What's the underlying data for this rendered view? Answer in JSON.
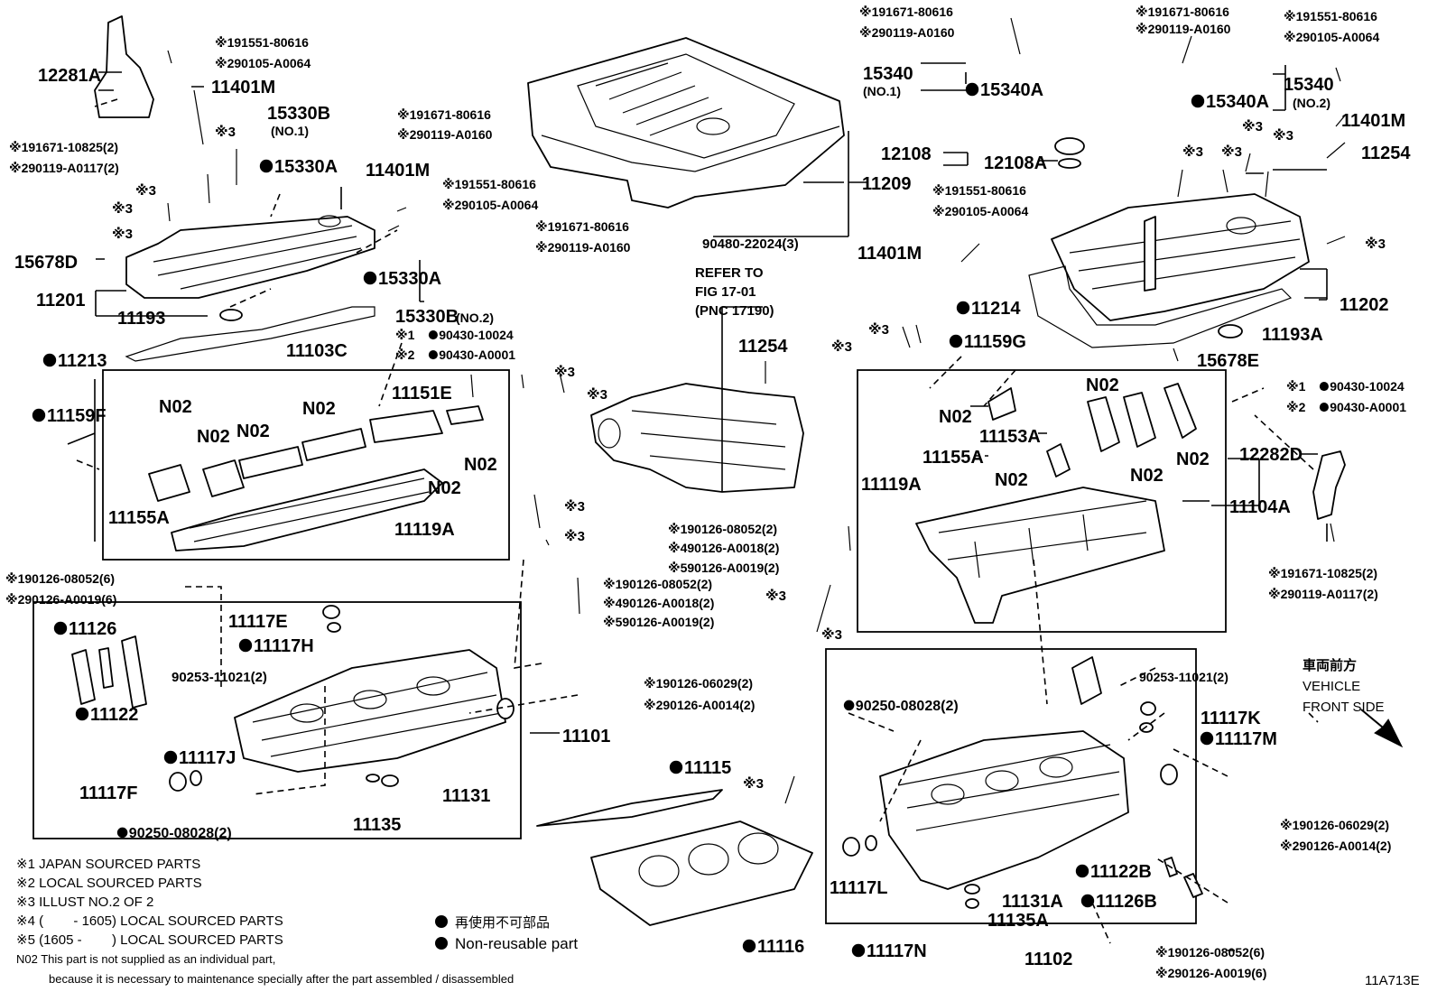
{
  "diagram_id": "11A713E",
  "vehicle_front": {
    "jp": "車両前方",
    "en1": "VEHICLE",
    "en2": "FRONT SIDE"
  },
  "refer": {
    "l1": "REFER TO",
    "l2": "FIG 17-01",
    "l3": "(PNC 17190)"
  },
  "legend": {
    "n1": "※1 JAPAN SOURCED PARTS",
    "n2": "※2 LOCAL SOURCED PARTS",
    "n3": "※3 ILLUST NO.2 OF 2",
    "n4": "※4 (        - 1605) LOCAL SOURCED PARTS",
    "n5": "※5 (1605 -        ) LOCAL SOURCED PARTS",
    "n02a": "N02 This part is not supplied as an individual part,",
    "n02b": "because it is necessary to maintenance specially after the part assembled / disassembled",
    "nonreuse_jp": "再使用不可部品",
    "nonreuse_en": "Non-reusable part"
  },
  "labels": [
    {
      "k": "a1",
      "text": "12281A",
      "nr": false
    },
    {
      "k": "a2",
      "text": "※191551-80616",
      "nr": false
    },
    {
      "k": "a3",
      "text": "※290105-A0064",
      "nr": false
    },
    {
      "k": "a4",
      "text": "11401M",
      "nr": false
    },
    {
      "k": "a5",
      "text": "15330B",
      "nr": false
    },
    {
      "k": "a6",
      "text": "(NO.1)",
      "nr": false
    },
    {
      "k": "a7",
      "text": "※191671-80616",
      "nr": false
    },
    {
      "k": "a8",
      "text": "※290119-A0160",
      "nr": false
    },
    {
      "k": "a9",
      "text": "※191671-10825(2)",
      "nr": false
    },
    {
      "k": "a10",
      "text": "※290119-A0117(2)",
      "nr": false
    },
    {
      "k": "a11",
      "text": "※3",
      "nr": false
    },
    {
      "k": "a12",
      "text": "15330A",
      "nr": true
    },
    {
      "k": "a13",
      "text": "11401M",
      "nr": false
    },
    {
      "k": "a14",
      "text": "※3",
      "nr": false
    },
    {
      "k": "a15",
      "text": "※191551-80616",
      "nr": false
    },
    {
      "k": "a16",
      "text": "※290105-A0064",
      "nr": false
    },
    {
      "k": "a17",
      "text": "※3",
      "nr": false
    },
    {
      "k": "a18",
      "text": "※191671-80616",
      "nr": false
    },
    {
      "k": "a19",
      "text": "※290119-A0160",
      "nr": false
    },
    {
      "k": "a20",
      "text": "※3",
      "nr": false
    },
    {
      "k": "a21",
      "text": "15678D",
      "nr": false
    },
    {
      "k": "a22",
      "text": "15330A",
      "nr": true
    },
    {
      "k": "a23",
      "text": "11201",
      "nr": false
    },
    {
      "k": "a24",
      "text": "11193",
      "nr": false
    },
    {
      "k": "a25",
      "text": "15330B",
      "nr": false
    },
    {
      "k": "a26",
      "text": "(NO.2)",
      "nr": false
    },
    {
      "k": "a27",
      "text": "11209",
      "nr": false
    },
    {
      "k": "a28",
      "text": "90480-22024(3)",
      "nr": false
    },
    {
      "k": "a29",
      "text": "11213",
      "nr": true
    },
    {
      "k": "a30",
      "text": "11103C",
      "nr": false
    },
    {
      "k": "a31",
      "text": "※1",
      "nr": false
    },
    {
      "k": "a32",
      "text": "90430-10024",
      "nr": true
    },
    {
      "k": "a33",
      "text": "※2",
      "nr": false
    },
    {
      "k": "a34",
      "text": "90430-A0001",
      "nr": true
    },
    {
      "k": "a35",
      "text": "※3",
      "nr": false
    },
    {
      "k": "a36",
      "text": "※3",
      "nr": false
    },
    {
      "k": "a37",
      "text": "11151E",
      "nr": false
    },
    {
      "k": "a38",
      "text": "11159F",
      "nr": true
    },
    {
      "k": "a39",
      "text": "N02",
      "nr": false
    },
    {
      "k": "a40",
      "text": "N02",
      "nr": false
    },
    {
      "k": "a41",
      "text": "N02",
      "nr": false
    },
    {
      "k": "a42",
      "text": "N02",
      "nr": false
    },
    {
      "k": "a43",
      "text": "N02",
      "nr": false
    },
    {
      "k": "a44",
      "text": "N02",
      "nr": false
    },
    {
      "k": "a45",
      "text": "11155A",
      "nr": false
    },
    {
      "k": "a46",
      "text": "11119A",
      "nr": false
    },
    {
      "k": "b1",
      "text": "REFER TO",
      "nr": false
    },
    {
      "k": "b2",
      "text": "11254",
      "nr": false
    },
    {
      "k": "b3",
      "text": "※3",
      "nr": false
    },
    {
      "k": "b4",
      "text": "※3",
      "nr": false
    },
    {
      "k": "b5",
      "text": "※190126-08052(2)",
      "nr": false
    },
    {
      "k": "b6",
      "text": "※490126-A0018(2)",
      "nr": false
    },
    {
      "k": "b7",
      "text": "※590126-A0019(2)",
      "nr": false
    },
    {
      "k": "b8",
      "text": "※190126-08052(2)",
      "nr": false
    },
    {
      "k": "b9",
      "text": "※490126-A0018(2)",
      "nr": false
    },
    {
      "k": "b10",
      "text": "※590126-A0019(2)",
      "nr": false
    },
    {
      "k": "b11",
      "text": "※3",
      "nr": false
    },
    {
      "k": "b12",
      "text": "※3",
      "nr": false
    },
    {
      "k": "c1",
      "text": "※190126-08052(6)",
      "nr": false
    },
    {
      "k": "c2",
      "text": "※290126-A0019(6)",
      "nr": false
    },
    {
      "k": "c3",
      "text": "11126",
      "nr": true
    },
    {
      "k": "c4",
      "text": "11117E",
      "nr": false
    },
    {
      "k": "c5",
      "text": "11117H",
      "nr": true
    },
    {
      "k": "c6",
      "text": "90253-11021(2)",
      "nr": false
    },
    {
      "k": "c7",
      "text": "11122",
      "nr": true
    },
    {
      "k": "c8",
      "text": "※190126-06029(2)",
      "nr": false
    },
    {
      "k": "c9",
      "text": "※290126-A0014(2)",
      "nr": false
    },
    {
      "k": "c10",
      "text": "11101",
      "nr": false
    },
    {
      "k": "c11",
      "text": "11117J",
      "nr": true
    },
    {
      "k": "c12",
      "text": "11117F",
      "nr": false
    },
    {
      "k": "c13",
      "text": "11131",
      "nr": false
    },
    {
      "k": "c14",
      "text": "11135",
      "nr": false
    },
    {
      "k": "c15",
      "text": "90250-08028(2)",
      "nr": true
    },
    {
      "k": "c16",
      "text": "11115",
      "nr": true
    },
    {
      "k": "c17",
      "text": "※3",
      "nr": false
    },
    {
      "k": "c18",
      "text": "11116",
      "nr": true
    },
    {
      "k": "d1",
      "text": "※191671-80616",
      "nr": false
    },
    {
      "k": "d2",
      "text": "※290119-A0160",
      "nr": false
    },
    {
      "k": "d3",
      "text": "15340",
      "nr": false
    },
    {
      "k": "d4",
      "text": "(NO.1)",
      "nr": false
    },
    {
      "k": "d5",
      "text": "15340A",
      "nr": true
    },
    {
      "k": "d6",
      "text": "※191671-80616",
      "nr": false
    },
    {
      "k": "d7",
      "text": "※290119-A0160",
      "nr": false
    },
    {
      "k": "d8",
      "text": "※191551-80616",
      "nr": false
    },
    {
      "k": "d9",
      "text": "※290105-A0064",
      "nr": false
    },
    {
      "k": "d10",
      "text": "15340",
      "nr": false
    },
    {
      "k": "d11",
      "text": "(NO.2)",
      "nr": false
    },
    {
      "k": "d12",
      "text": "15340A",
      "nr": true
    },
    {
      "k": "d13",
      "text": "11401M",
      "nr": false
    },
    {
      "k": "d14",
      "text": "12108",
      "nr": false
    },
    {
      "k": "d15",
      "text": "12108A",
      "nr": false
    },
    {
      "k": "d16",
      "text": "※3",
      "nr": false
    },
    {
      "k": "d17",
      "text": "※3",
      "nr": false
    },
    {
      "k": "d18",
      "text": "※3",
      "nr": false
    },
    {
      "k": "d19",
      "text": "※3",
      "nr": false
    },
    {
      "k": "d20",
      "text": "11254",
      "nr": false
    },
    {
      "k": "d21",
      "text": "※191551-80616",
      "nr": false
    },
    {
      "k": "d22",
      "text": "※290105-A0064",
      "nr": false
    },
    {
      "k": "d23",
      "text": "11401M",
      "nr": false
    },
    {
      "k": "d24",
      "text": "※3",
      "nr": false
    },
    {
      "k": "d25",
      "text": "11214",
      "nr": true
    },
    {
      "k": "d26",
      "text": "11202",
      "nr": false
    },
    {
      "k": "d27",
      "text": "※3",
      "nr": false
    },
    {
      "k": "d28",
      "text": "※3",
      "nr": false
    },
    {
      "k": "d29",
      "text": "11159G",
      "nr": true
    },
    {
      "k": "d30",
      "text": "11193A",
      "nr": false
    },
    {
      "k": "d31",
      "text": "15678E",
      "nr": false
    },
    {
      "k": "e1",
      "text": "N02",
      "nr": false
    },
    {
      "k": "e2",
      "text": "N02",
      "nr": false
    },
    {
      "k": "e3",
      "text": "11153A",
      "nr": false
    },
    {
      "k": "e4",
      "text": "※1",
      "nr": false
    },
    {
      "k": "e5",
      "text": "90430-10024",
      "nr": true
    },
    {
      "k": "e6",
      "text": "※2",
      "nr": false
    },
    {
      "k": "e7",
      "text": "90430-A0001",
      "nr": true
    },
    {
      "k": "e8",
      "text": "11155A",
      "nr": false
    },
    {
      "k": "e9",
      "text": "N02",
      "nr": false
    },
    {
      "k": "e10",
      "text": "N02",
      "nr": false
    },
    {
      "k": "e11",
      "text": "N02",
      "nr": false
    },
    {
      "k": "e12",
      "text": "12282D",
      "nr": false
    },
    {
      "k": "e13",
      "text": "11119A",
      "nr": false
    },
    {
      "k": "e14",
      "text": "11104A",
      "nr": false
    },
    {
      "k": "e15",
      "text": "※191671-10825(2)",
      "nr": false
    },
    {
      "k": "e16",
      "text": "※290119-A0117(2)",
      "nr": false
    },
    {
      "k": "f1",
      "text": "90253-11021(2)",
      "nr": false
    },
    {
      "k": "f2",
      "text": "90250-08028(2)",
      "nr": true
    },
    {
      "k": "f3",
      "text": "11117K",
      "nr": false
    },
    {
      "k": "f4",
      "text": "11117M",
      "nr": true
    },
    {
      "k": "f5",
      "text": "※190126-06029(2)",
      "nr": false
    },
    {
      "k": "f6",
      "text": "※290126-A0014(2)",
      "nr": false
    },
    {
      "k": "f7",
      "text": "11122B",
      "nr": true
    },
    {
      "k": "f8",
      "text": "11126B",
      "nr": true
    },
    {
      "k": "f9",
      "text": "11117L",
      "nr": false
    },
    {
      "k": "f10",
      "text": "11131A",
      "nr": false
    },
    {
      "k": "f11",
      "text": "11135A",
      "nr": false
    },
    {
      "k": "f12",
      "text": "11117N",
      "nr": true
    },
    {
      "k": "f13",
      "text": "11102",
      "nr": false
    },
    {
      "k": "f14",
      "text": "※190126-08052(6)",
      "nr": false
    },
    {
      "k": "f15",
      "text": "※290126-A0019(6)",
      "nr": false
    }
  ]
}
